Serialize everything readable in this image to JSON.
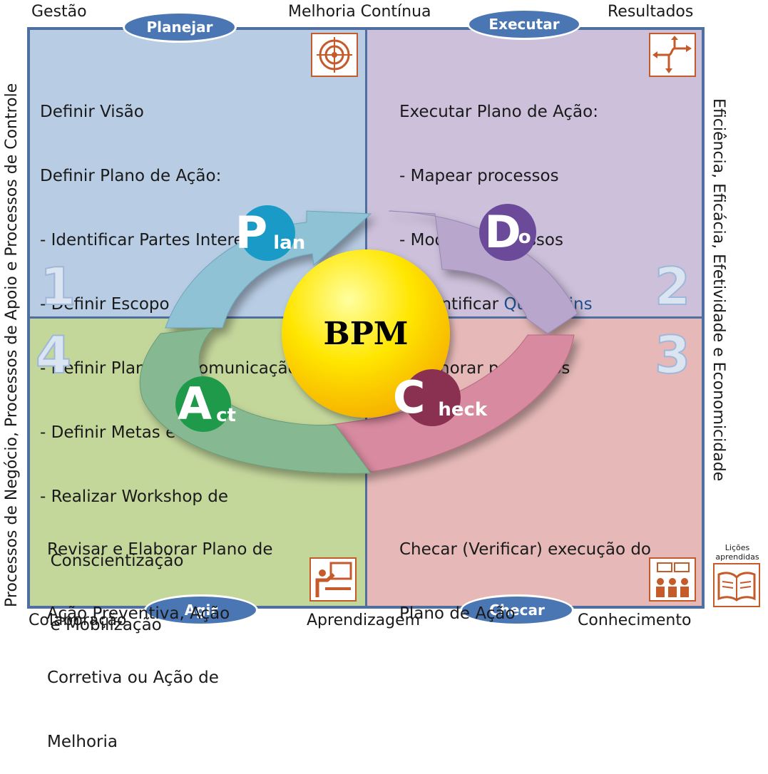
{
  "corners": {
    "top_left": "Gestão",
    "top_center": "Melhoria Contínua",
    "top_right": "Resultados",
    "bottom_left": "Colaboração",
    "bottom_center": "Aprendizagem",
    "bottom_right": "Conhecimento"
  },
  "pills": {
    "plan": "Planejar",
    "do": "Executar",
    "act": "Agir",
    "check": "Checar"
  },
  "left_axis": "Processos de Negócio, Processos de Apoio e Processos de Controle",
  "right_axis": "Eficiência, Eficácia, Efetividade e Economicidade",
  "quadrants": {
    "q1": {
      "number": "1",
      "lines": [
        "Definir Visão",
        "Definir Plano de Ação:",
        "- Identificar Partes Interessadas",
        "- Definir Escopo",
        "- Definir Plano de Comunicação",
        "- Definir Metas e Indicadores",
        "- Realizar Workshop de",
        "  Conscientização",
        "  e Mobilização"
      ]
    },
    "q2": {
      "number": "2",
      "lines": [
        "Executar Plano de Ação:",
        "- Mapear processos",
        "- Modelar processos",
        "- Melhorar processos"
      ],
      "sub_prefix": " - Identificar ",
      "sub_highlight": "Quick wins"
    },
    "q3": {
      "number": "3",
      "text_lines": [
        "Checar (Verificar) execução do",
        "Plano de Ação"
      ]
    },
    "q4": {
      "number": "4",
      "text_lines": [
        "Revisar e Elaborar Plano de",
        "Ação Preventiva, Ação",
        "Corretiva ou Ação de",
        "Melhoria"
      ]
    }
  },
  "cycle": {
    "center": "BPM",
    "plan": {
      "big": "P",
      "small": "lan",
      "color": "#1a9bc7"
    },
    "do": {
      "big": "D",
      "small": "o",
      "color": "#6b4a9a"
    },
    "check": {
      "big": "C",
      "small": "heck",
      "color": "#8a3050"
    },
    "act": {
      "big": "A",
      "small": "ct",
      "color": "#1e9a4a"
    }
  },
  "icons": {
    "q1": "target-icon",
    "q2": "directions-icon",
    "q3": "meeting-icon",
    "q4": "presenter-icon",
    "lessons": "open-book-icon"
  },
  "lessons_label": "Lições aprendidas",
  "colors": {
    "q1": "#b8cce4",
    "q2": "#ccc0da",
    "q3": "#e6b9b8",
    "q4": "#c4d79b",
    "pill": "#4a77b4",
    "icon_accent": "#c55a2b"
  }
}
